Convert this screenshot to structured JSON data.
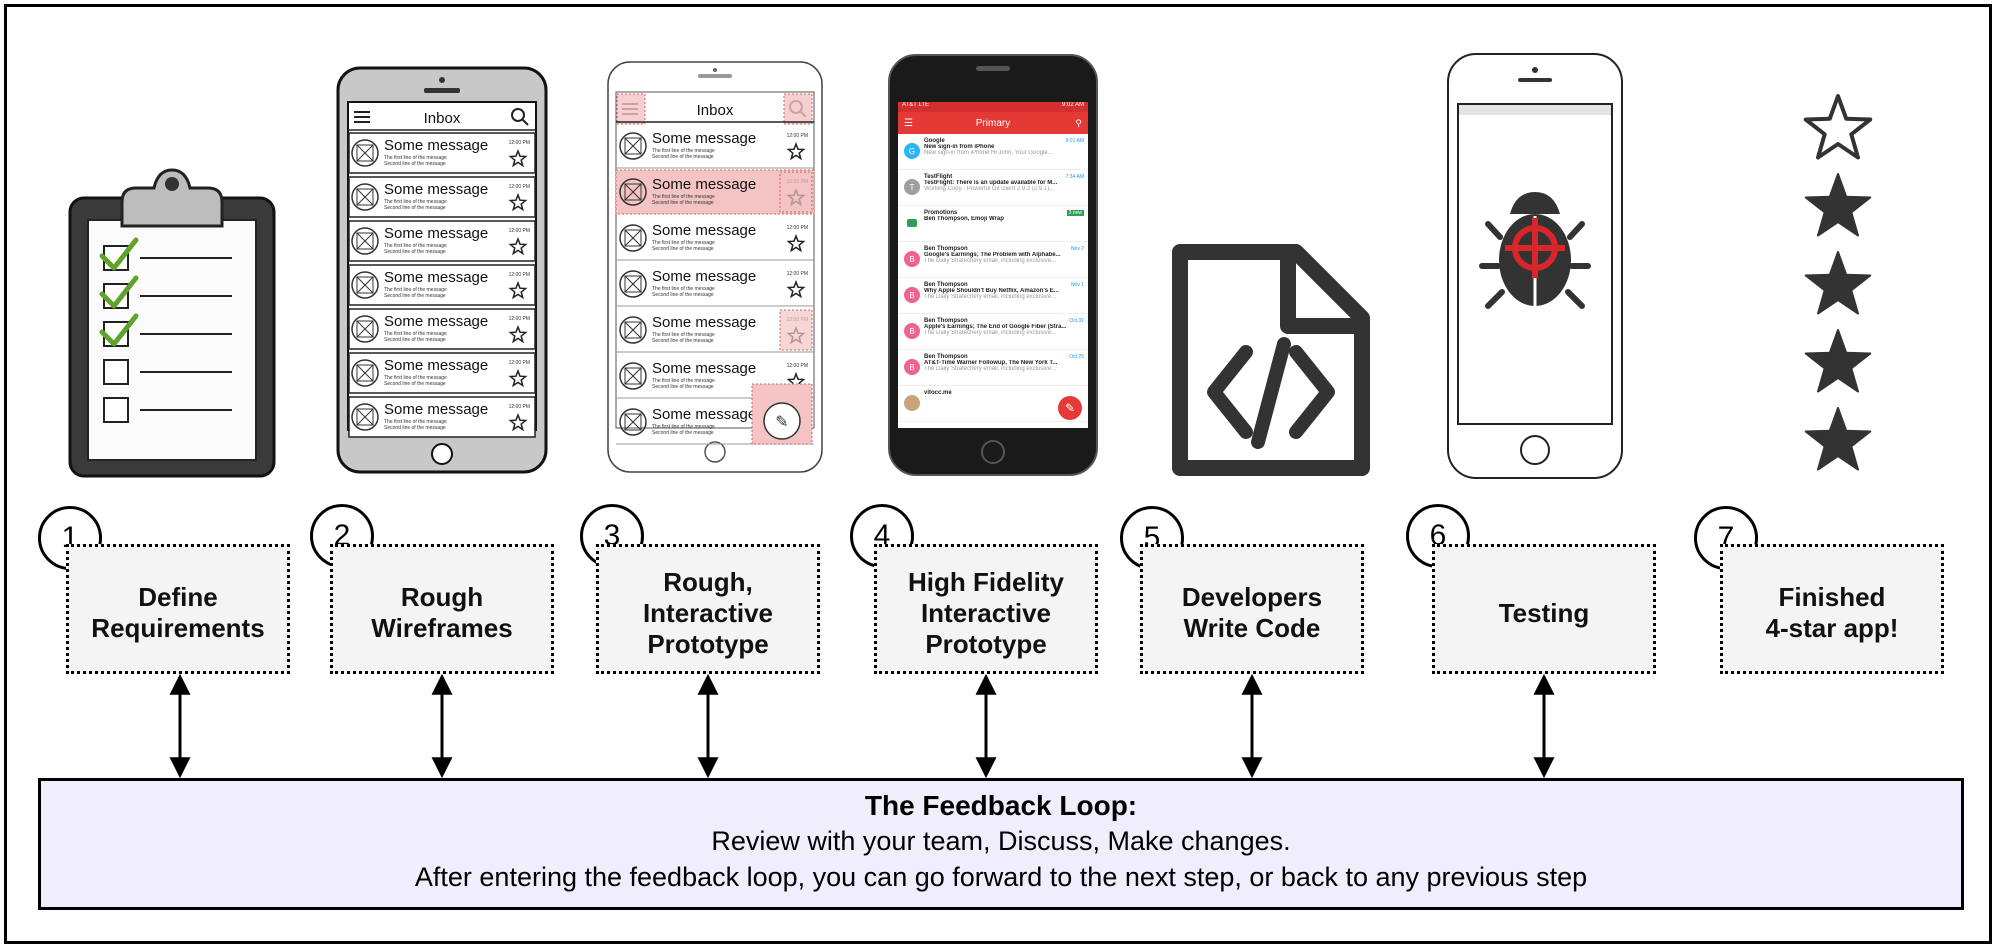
{
  "steps": [
    {
      "number": "1",
      "label": "Define\nRequirements"
    },
    {
      "number": "2",
      "label": "Rough\nWireframes"
    },
    {
      "number": "3",
      "label": "Rough,\nInteractive\nPrototype"
    },
    {
      "number": "4",
      "label": "High Fidelity\nInteractive\nPrototype"
    },
    {
      "number": "5",
      "label": "Developers\nWrite Code"
    },
    {
      "number": "6",
      "label": "Testing"
    },
    {
      "number": "7",
      "label": "Finished\n4-star app!"
    }
  ],
  "feedback_loop": {
    "title": "The Feedback Loop:",
    "line1": "Review with your team, Discuss, Make changes.",
    "line2": "After entering the feedback loop, you can go forward to the next step, or back to any previous step"
  },
  "wireframe": {
    "title": "Inbox",
    "message_title": "Some message",
    "line1": "The first line of the message",
    "line2": "Second line of the message",
    "time": "12:00 PM"
  },
  "hifi": {
    "header": "Primary",
    "status_carrier": "AT&T LTE",
    "status_time": "9:02 AM",
    "emails": [
      {
        "initial": "G",
        "sender": "Google",
        "subject": "New sign-in from iPhone",
        "snippet": "New sign-in from iPhone Hi John, Your Google...",
        "time": "9:01 AM",
        "color": "#29b6f6"
      },
      {
        "initial": "T",
        "sender": "TestFlight",
        "subject": "TestFlight: There is an update available for M...",
        "snippet": "Working Copy - Powerful Git client 2.9.2 (2.9.1)...",
        "time": "7:34 AM",
        "color": "#9e9e9e"
      },
      {
        "initial": "",
        "sender": "Promotions",
        "subject": "Ben Thompson, Emoji Wrap",
        "snippet": "",
        "time": "3 new",
        "color": "#2e9e5b"
      },
      {
        "initial": "B",
        "sender": "Ben Thompson",
        "subject": "Google's Earnings; The Problem with Alphabe...",
        "snippet": "The Daily Stratechery email, including exclusive...",
        "time": "Nov 2",
        "color": "#f06292"
      },
      {
        "initial": "B",
        "sender": "Ben Thompson",
        "subject": "Why Apple Shouldn't Buy Netflix, Amazon's E...",
        "snippet": "The Daily Stratechery email, including exclusive...",
        "time": "Nov 1",
        "color": "#f06292"
      },
      {
        "initial": "B",
        "sender": "Ben Thompson",
        "subject": "Apple's Earnings; The End of Google Fiber (Stra...",
        "snippet": "The Daily Stratechery email, including exclusive...",
        "time": "Oct 31",
        "color": "#f06292"
      },
      {
        "initial": "B",
        "sender": "Ben Thompson",
        "subject": "AT&T-Time Warner Followup, The New York T...",
        "snippet": "The Daily Stratechery email, including exclusive...",
        "time": "Oct 25",
        "color": "#f06292"
      },
      {
        "initial": "",
        "sender": "vitocc.me",
        "subject": "",
        "snippet": "",
        "time": "",
        "color": "#c9a27a"
      }
    ],
    "accent": "#e53935"
  },
  "colors": {
    "check": "#5fa32b",
    "highlight": "#f4c4c4",
    "bug_red": "#d9262b",
    "icon_dark": "#333333",
    "loop_bg": "#f0eefc"
  },
  "icons": [
    "clipboard-checklist-icon",
    "code-file-icon",
    "bug-target-icon",
    "star-outline-icon",
    "star-filled-icon"
  ]
}
